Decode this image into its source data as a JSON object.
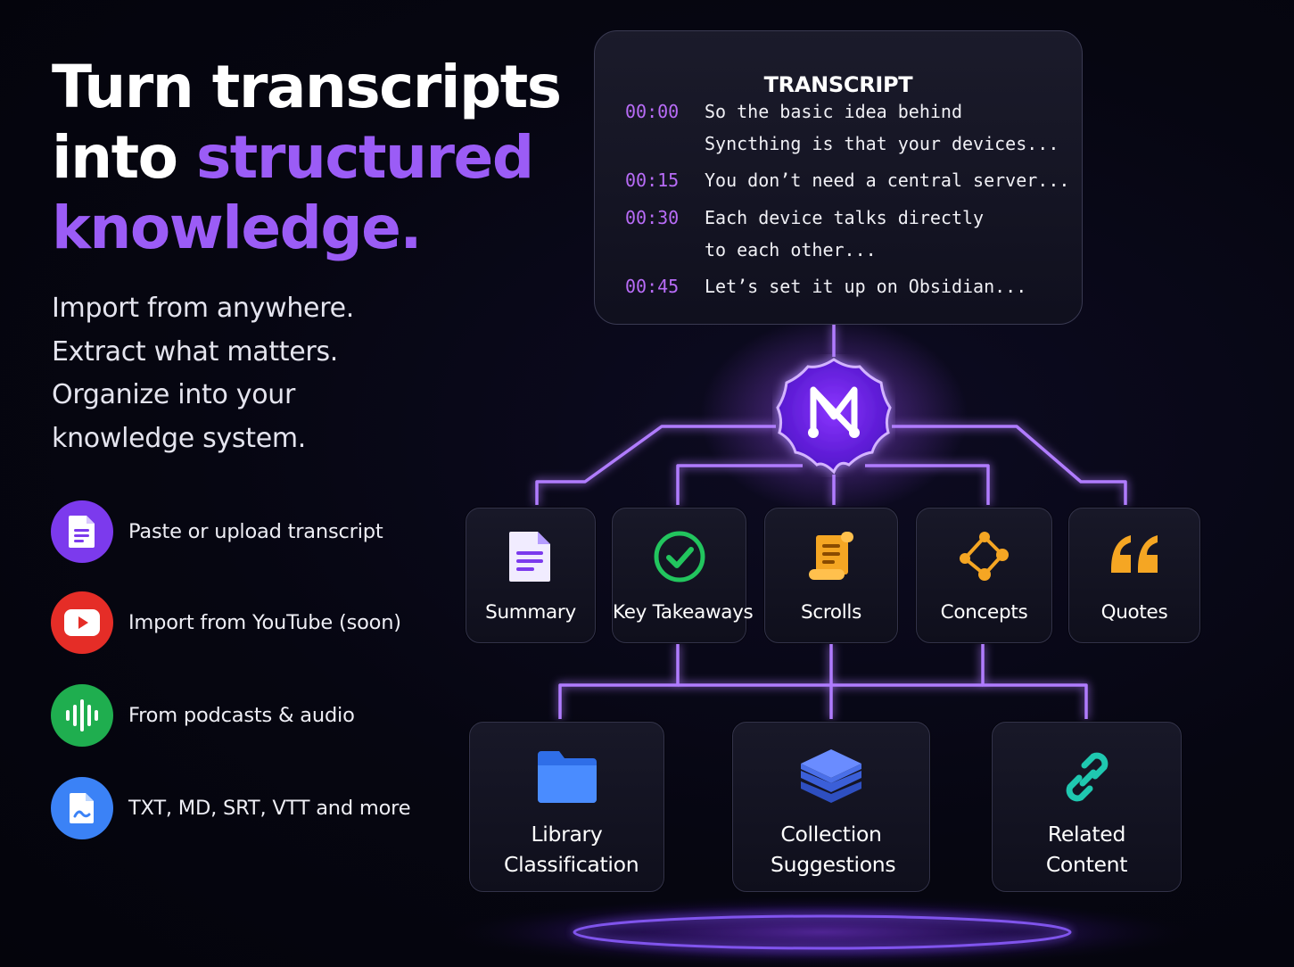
{
  "headline": {
    "line1": "Turn transcripts",
    "line2_plain": "into ",
    "line2_accent": "structured",
    "line3_accent": "knowledge."
  },
  "subtext": [
    "Import from anywhere.",
    "Extract what matters.",
    "Organize into your",
    "knowledge system."
  ],
  "features": [
    {
      "label": "Paste or upload transcript",
      "icon": "document-icon",
      "color": "#7c3aed"
    },
    {
      "label": "Import from YouTube (soon)",
      "icon": "youtube-icon",
      "color": "#e52d27"
    },
    {
      "label": "From podcasts & audio",
      "icon": "audio-wave-icon",
      "color": "#1fae4f"
    },
    {
      "label": "TXT, MD, SRT, VTT and more",
      "icon": "file-icon",
      "color": "#3b82f6"
    }
  ],
  "transcript": {
    "title": "TRANSCRIPT",
    "rows": [
      {
        "time": "00:00",
        "text": "So the basic idea behind\nSyncthing is that your devices..."
      },
      {
        "time": "00:15",
        "text": "You don’t need a central server..."
      },
      {
        "time": "00:30",
        "text": "Each device talks directly\nto each other..."
      },
      {
        "time": "00:45",
        "text": "Let’s set it up on Obsidian..."
      }
    ]
  },
  "hub": {
    "icon": "m-logo-icon",
    "color": "#7a2cff"
  },
  "outputs": [
    {
      "label": "Summary",
      "icon": "summary-doc-icon"
    },
    {
      "label": "Key Takeaways",
      "icon": "check-circle-icon"
    },
    {
      "label": "Scrolls",
      "icon": "scroll-icon"
    },
    {
      "label": "Concepts",
      "icon": "concepts-graph-icon"
    },
    {
      "label": "Quotes",
      "icon": "quote-icon"
    }
  ],
  "destinations": [
    {
      "label": "Library Classification",
      "icon": "folder-icon"
    },
    {
      "label": "Collection Suggestions",
      "icon": "layers-icon"
    },
    {
      "label": "Related Content",
      "icon": "link-icon"
    }
  ],
  "colors": {
    "accent": "#9b5cf6",
    "glow": "#8b3dff",
    "timestamp": "#b86cf7"
  }
}
